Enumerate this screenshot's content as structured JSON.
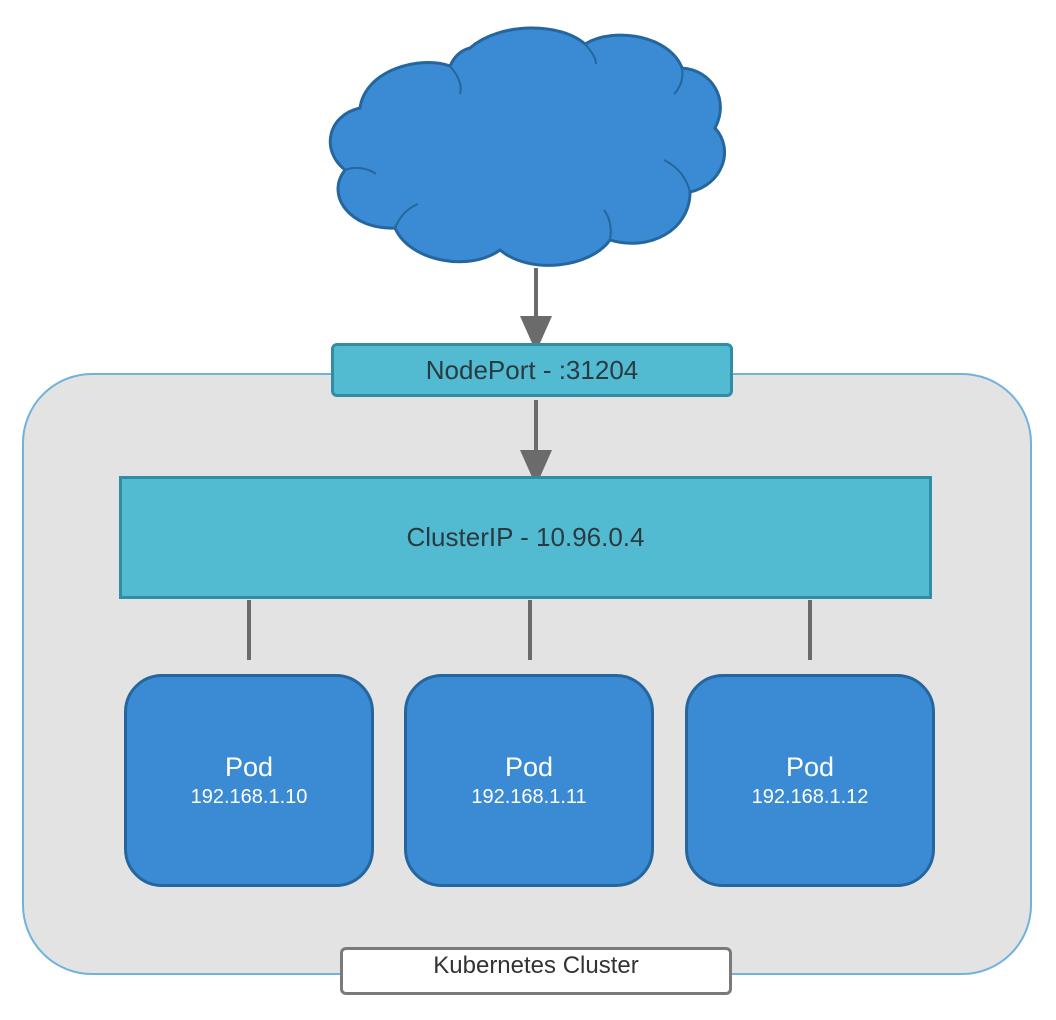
{
  "internet": {
    "icon": "cloud-icon",
    "color": "#3a8ad4"
  },
  "nodeport": {
    "label": "NodePort - :31204"
  },
  "clusterip": {
    "label": "ClusterIP - 10.96.0.4"
  },
  "pods": [
    {
      "title": "Pod",
      "ip": "192.168.1.10"
    },
    {
      "title": "Pod",
      "ip": "192.168.1.11"
    },
    {
      "title": "Pod",
      "ip": "192.168.1.12"
    }
  ],
  "cluster": {
    "label": "Kubernetes Cluster"
  },
  "colors": {
    "service_fill": "#52bbd2",
    "pod_fill": "#3a8ad4",
    "cluster_fill": "#e3e3e3",
    "connector": "#6b6b6b"
  }
}
